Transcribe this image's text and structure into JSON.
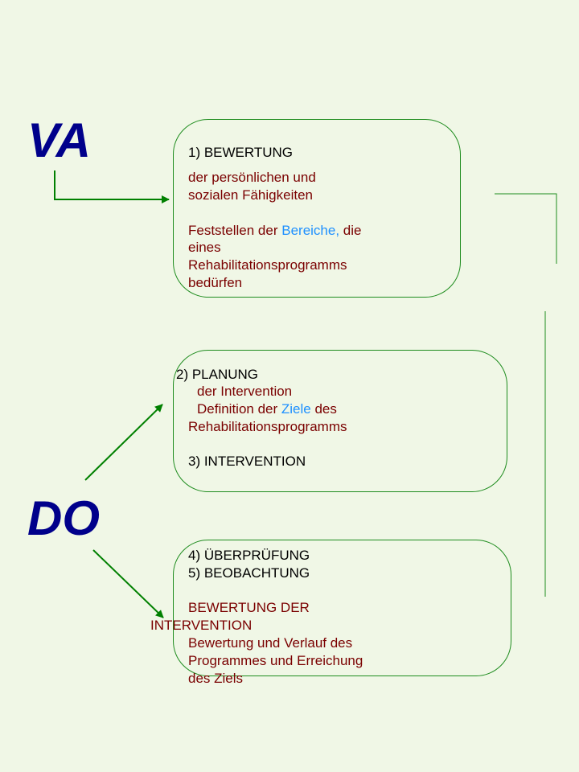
{
  "labels": {
    "va": "VA",
    "do": "DO"
  },
  "box1": {
    "heading": "1) BEWERTUNG",
    "line1": "der persönlichen und",
    "line2": "sozialen Fähigkeiten",
    "line3a": "Feststellen der ",
    "line3b": "Bereiche,",
    "line3c": " die",
    "line4": "eines",
    "line5": "Rehabilitationsprogramms",
    "line6": "bedürfen"
  },
  "box2": {
    "heading": "2) PLANUNG",
    "line1": "der Intervention",
    "line2a": "Definition der ",
    "line2b": "Ziele",
    "line2c": " des",
    "line3": "Rehabilitationsprogramms",
    "heading2": "3) INTERVENTION"
  },
  "box3": {
    "heading1": "4) ÜBERPRÜFUNG",
    "heading2": "5) BEOBACHTUNG",
    "line1": "BEWERTUNG DER",
    "line2": "INTERVENTION",
    "line3": "Bewertung und Verlauf des",
    "line4": "Programmes und Erreichung",
    "line5": "des Ziels"
  },
  "colors": {
    "background": "#f0f7e6",
    "label": "#00008b",
    "connector": "#1e8c1e",
    "arrow": "#008000",
    "text_dark_red": "#7a0000",
    "text_highlight": "#1e90ff"
  }
}
